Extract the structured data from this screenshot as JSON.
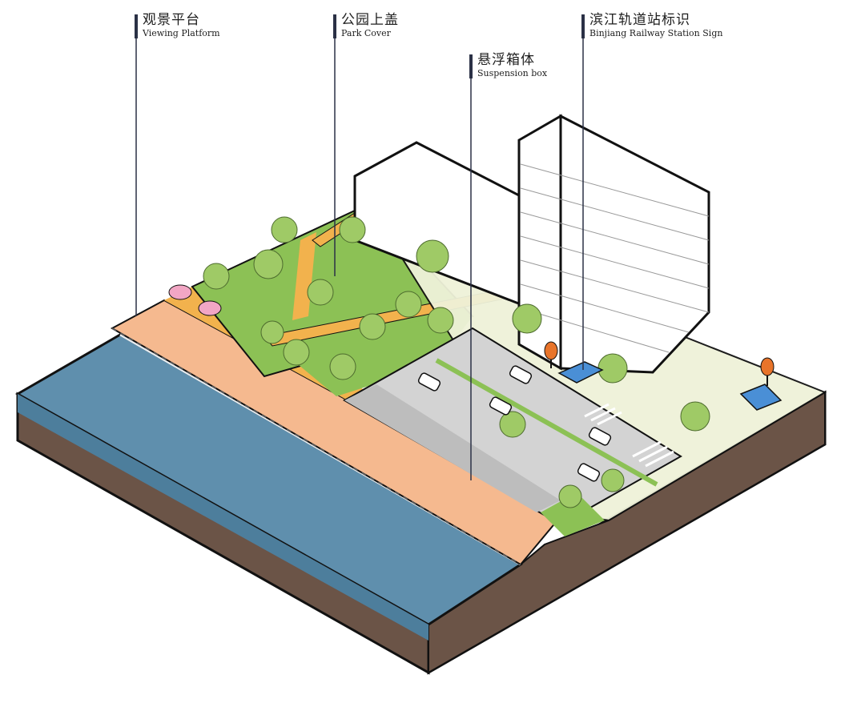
{
  "labels": {
    "viewing_platform": {
      "zh": "观景平台",
      "en": "Viewing Platform"
    },
    "park_cover": {
      "zh": "公园上盖",
      "en": "Park Cover"
    },
    "suspension_box": {
      "zh": "悬浮箱体",
      "en": "Suspension box"
    },
    "station_sign": {
      "zh": "滨江轨道站标识",
      "en": "Binjiang Railway Station Sign"
    }
  },
  "colors": {
    "water": "#5f8fad",
    "water_dark": "#3d6a87",
    "soil": "#6b5447",
    "promenade": "#f5b98f",
    "path": "#f2b24d",
    "lawn": "#8cc155",
    "road": "#d3d3d3",
    "plaza": "#eff2d9",
    "tree": "#9fca66",
    "sign_orange": "#e8742a",
    "station_blue": "#4a8fd6",
    "umbrella_pink": "#f2a6c4",
    "building": "#ffffff",
    "outline": "#111111"
  }
}
